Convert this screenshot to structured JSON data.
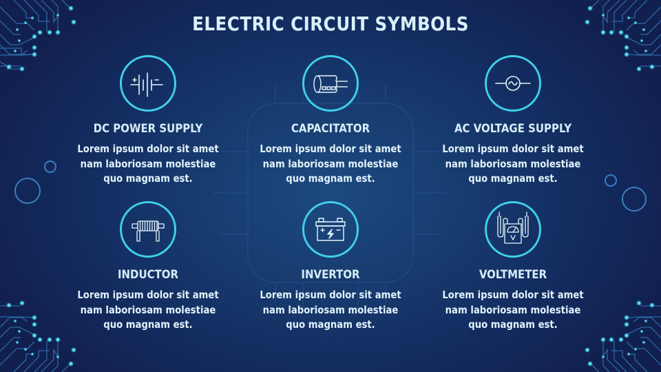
{
  "slide": {
    "title": "ELECTRIC CIRCUIT SYMBOLS",
    "colors": {
      "background": "#132c60",
      "accent_ring": "#3fd0ea",
      "text": "#dff1fb",
      "circuit_lines": "#2f6fb0"
    }
  },
  "cards": [
    {
      "title": "DC POWER SUPPLY",
      "icon": "dc-battery-symbol-icon",
      "desc": [
        "Lorem ipsum dolor sit amet",
        "nam laboriosam molestiae",
        "quo magnam est."
      ]
    },
    {
      "title": "CAPACITATOR",
      "icon": "capacitor-icon",
      "desc": [
        "Lorem ipsum dolor sit amet",
        "nam laboriosam molestiae",
        "quo magnam est."
      ]
    },
    {
      "title": "AC VOLTAGE SUPPLY",
      "icon": "ac-source-symbol-icon",
      "desc": [
        "Lorem ipsum dolor sit amet",
        "nam laboriosam molestiae",
        "quo magnam est."
      ]
    },
    {
      "title": "INDUCTOR",
      "icon": "inductor-coil-icon",
      "desc": [
        "Lorem ipsum dolor sit amet",
        "nam laboriosam molestiae",
        "quo magnam est."
      ]
    },
    {
      "title": "INVERTOR",
      "icon": "car-battery-icon",
      "desc": [
        "Lorem ipsum dolor sit amet",
        "nam laboriosam molestiae",
        "quo magnam est."
      ]
    },
    {
      "title": "VOLTMETER",
      "icon": "voltmeter-icon",
      "desc": [
        "Lorem ipsum dolor sit amet",
        "nam laboriosam molestiae",
        "quo magnam est."
      ]
    }
  ]
}
